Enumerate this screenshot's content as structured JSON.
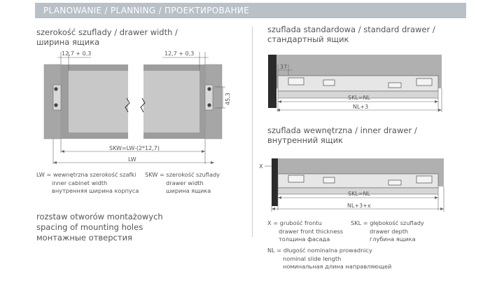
{
  "header": {
    "title": "PLANOWANIE / PLANNING / ПРОЕКТИРОВАНИЕ"
  },
  "left": {
    "title_line1": "szerokość szuflady / drawer width /",
    "title_line2": "ширина ящика",
    "dim_left": "12,7 + 0,3",
    "dim_right": "12,7 + 0,3",
    "dim_vertical": "45,3",
    "dim_skw": "SKW=LW-(2*12,7)",
    "dim_lw": "LW",
    "legend_lw": [
      "LW = wewnętrzna szerokość szafki",
      "inner cabinet width",
      "внутренняя ширина корпуса"
    ],
    "legend_skw": [
      "SKW = szerokość szuflady",
      "drawer width",
      "ширина ящика"
    ],
    "holes_lines": [
      "rozstaw otworów montażowych",
      "spacing of mounting holes",
      "монтажные отверстия"
    ]
  },
  "right": {
    "standard_line1": "szuflada standardowa / standard drawer /",
    "standard_line2": "стандартный ящик",
    "dim_37": "37",
    "dim_skl_nl": "SKL=NL",
    "dim_nl3": "NL+3",
    "inner_line1": "szuflada wewnętrzna / inner drawer /",
    "inner_line2": "внутренний ящик",
    "dim_x": "X",
    "dim_skl_nl_2": "SKL=NL",
    "dim_nl3x": "NL+3+x",
    "legend_x": [
      "X = grubość frontu",
      "drawer front thickness",
      "толщина фасада"
    ],
    "legend_skl": [
      "SKL = głębokość szuflady",
      "drawer depth",
      "глубина ящика"
    ],
    "legend_nl": [
      "NL = długość nominalna prowadnicy",
      "nominal slide length",
      "номинальная длина направляющей"
    ]
  },
  "colors": {
    "header_bg": "#b9c0c6",
    "panel": "#a9a9a9",
    "panel_dark": "#8f8f8f",
    "front": "#2b2b2b",
    "rail": "#e4e4e4"
  }
}
